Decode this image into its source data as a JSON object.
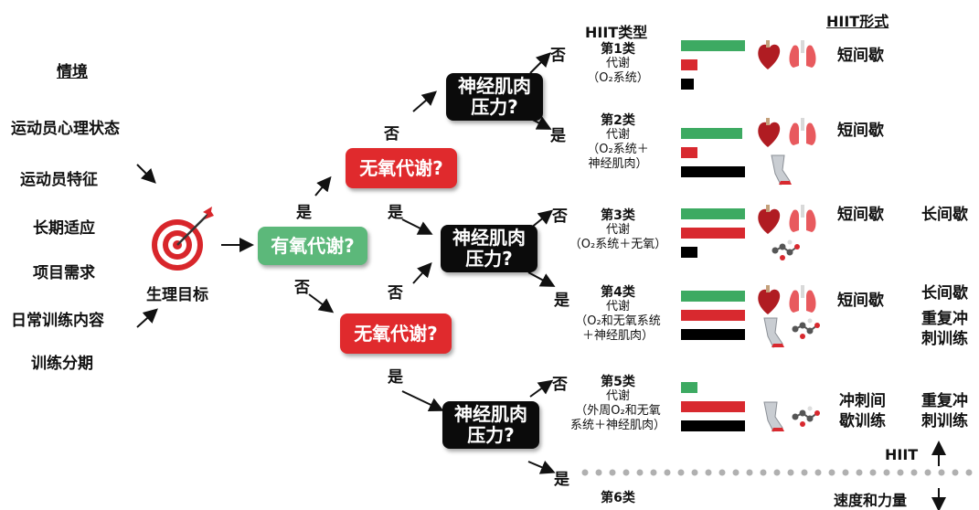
{
  "context": {
    "title": "情境",
    "items": [
      "运动员心理状态",
      "运动员特征",
      "长期适应",
      "项目需求",
      "日常训练内容",
      "训练分期"
    ]
  },
  "goal_label": "生理目标",
  "aerobic_q": "有氧代谢?",
  "anaerobic_q": "无氧代谢?",
  "neuro_q_line1": "神经肌肉",
  "neuro_q_line2": "压力?",
  "yes": "是",
  "no": "否",
  "hiit_type_header": "HIIT类型",
  "hiit_form_header": "HIIT形式",
  "types": [
    {
      "name": "第1类",
      "l1": "代谢",
      "l2": "（O₂系统）",
      "l3": ""
    },
    {
      "name": "第2类",
      "l1": "代谢",
      "l2": "（O₂系统＋",
      "l3": "神经肌肉）"
    },
    {
      "name": "第3类",
      "l1": "代谢",
      "l2": "（O₂系统＋无氧）",
      "l3": ""
    },
    {
      "name": "第4类",
      "l1": "代谢",
      "l2": "（O₂和无氧系统",
      "l3": "＋神经肌肉）"
    },
    {
      "name": "第5类",
      "l1": "代谢",
      "l2": "（外周O₂和无氧",
      "l3": "系统＋神经肌肉）"
    },
    {
      "name": "第6类",
      "l1": "",
      "l2": "",
      "l3": ""
    }
  ],
  "forms": {
    "short": "短间歇",
    "long": "长间歇",
    "rep_sprint_1": "重复冲",
    "rep_sprint_2": "刺训练",
    "sprint_int_1": "冲刺间",
    "sprint_int_2": "歇训练"
  },
  "bottom_hiit": "HIIT",
  "bottom_speed": "速度和力量",
  "bars": [
    {
      "green": 1.0,
      "red": 0.25,
      "black": 0.2
    },
    {
      "green": 0.95,
      "red": 0.25,
      "black": 1.0
    },
    {
      "green": 1.0,
      "red": 1.0,
      "black": 0.25
    },
    {
      "green": 1.0,
      "red": 1.0,
      "black": 1.0
    },
    {
      "green": 0.25,
      "red": 1.0,
      "black": 1.0
    }
  ],
  "colors": {
    "green": "#5cb87a",
    "red": "#e02a2d",
    "black": "#0b0b0b"
  }
}
